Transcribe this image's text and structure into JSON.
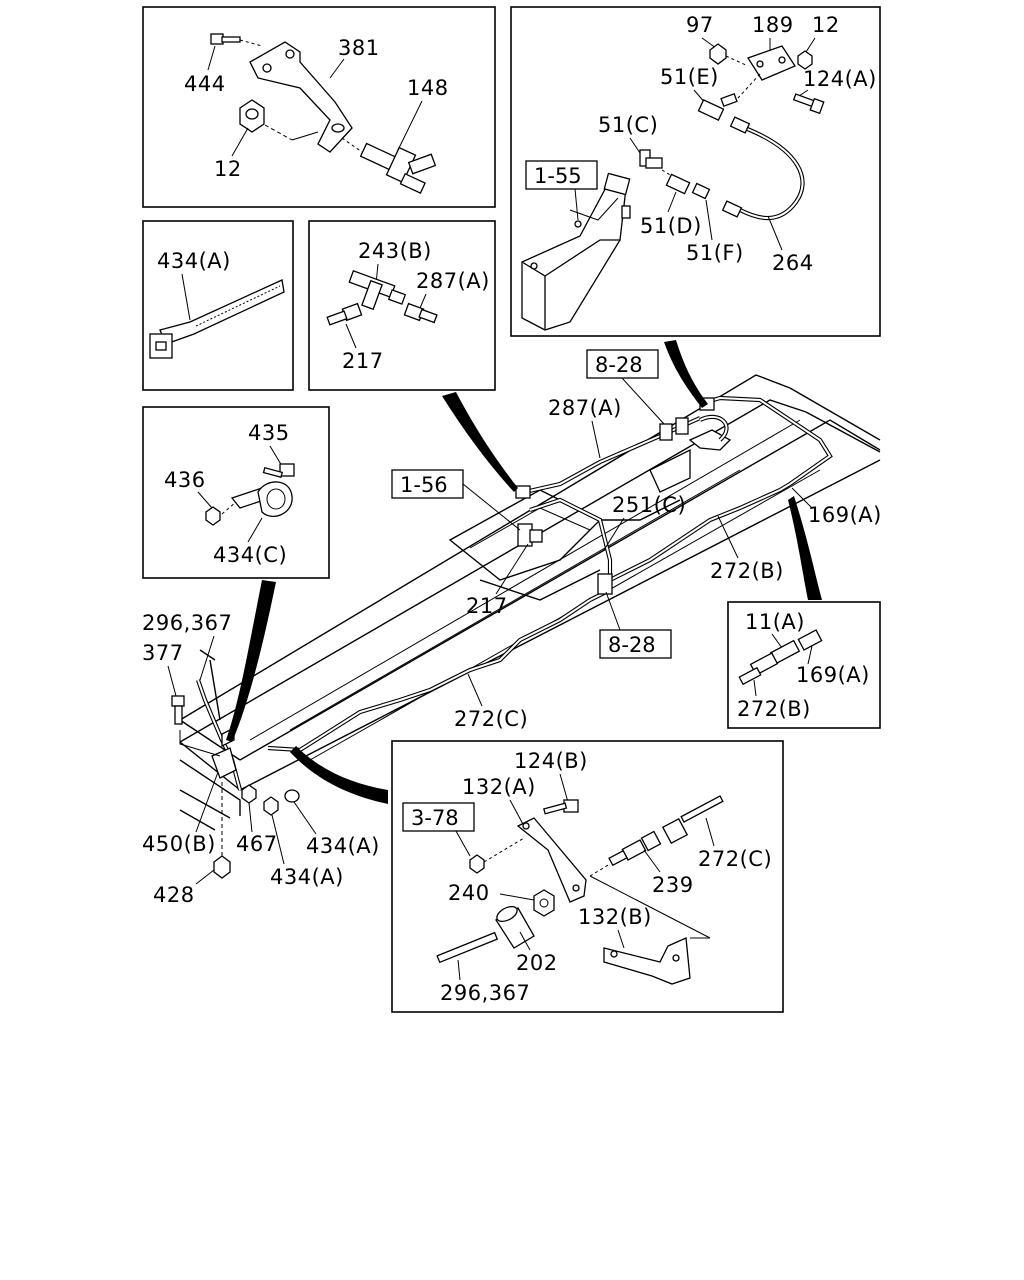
{
  "labels": {
    "p444": "444",
    "p381": "381",
    "p148": "148",
    "p12a": "12",
    "p97": "97",
    "p189": "189",
    "p12b": "12",
    "p51e": "51(E)",
    "p124a": "124(A)",
    "p51c": "51(C)",
    "p51d": "51(D)",
    "p51f": "51(F)",
    "p264": "264",
    "p434a_top": "434(A)",
    "p243b": "243(B)",
    "p287a_box": "287(A)",
    "p217_box": "217",
    "p435": "435",
    "p436": "436",
    "p434c": "434(C)",
    "p287a_main": "287(A)",
    "p251c": "251(C)",
    "p169a_main": "169(A)",
    "p272b_main": "272(B)",
    "p217_main": "217",
    "p296_367_left": "296,367",
    "p377": "377",
    "p272c_main": "272(C)",
    "p11a": "11(A)",
    "p169a_box": "169(A)",
    "p272b_box": "272(B)",
    "p450b": "450(B)",
    "p467": "467",
    "p434a_m1": "434(A)",
    "p434a_m2": "434(A)",
    "p428": "428",
    "p124b": "124(B)",
    "p132a": "132(A)",
    "p272c_box": "272(C)",
    "p239": "239",
    "p240": "240",
    "p132b": "132(B)",
    "p202": "202",
    "p296_367_box": "296,367"
  },
  "refs": {
    "r155": "1-55",
    "r828_top": "8-28",
    "r156": "1-56",
    "r828_mid": "8-28",
    "r378": "3-78"
  }
}
